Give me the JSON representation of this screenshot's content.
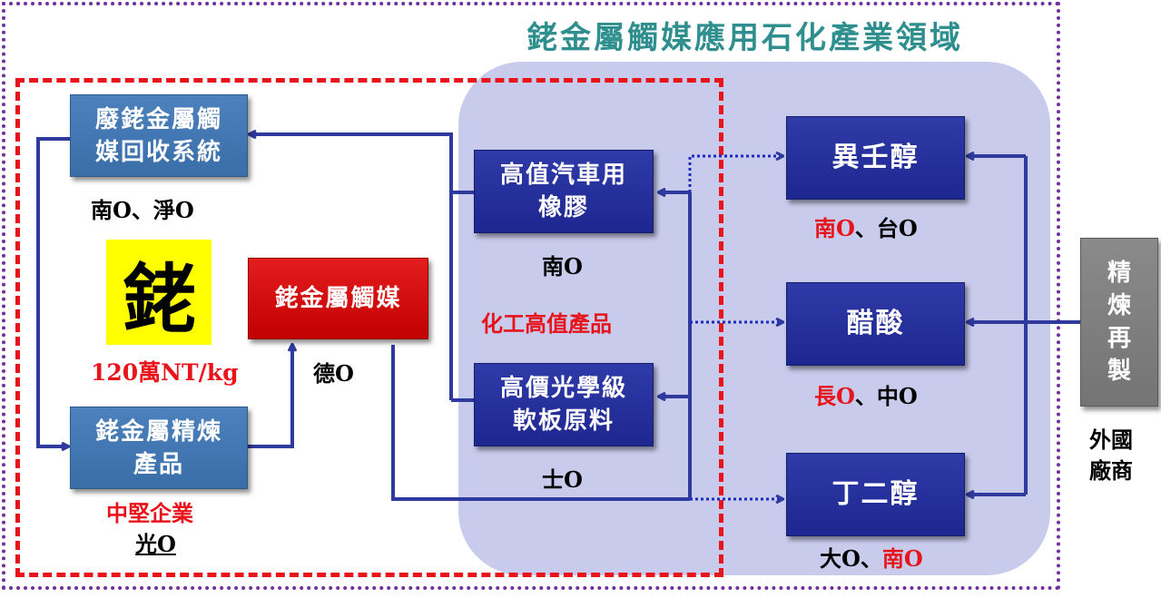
{
  "title": "銠金屬觸媒應用石化產業領域",
  "element": {
    "glyph": "銠",
    "price": "120萬NT/kg"
  },
  "recycle": {
    "label": "廢銠金屬觸媒回收系統",
    "line1": "廢銠金屬觸",
    "line2": "媒回收系統",
    "companies": "南O、淨O"
  },
  "refined": {
    "line1": "銠金屬精煉",
    "line2": "產品",
    "type": "中堅企業",
    "company": "光O"
  },
  "catalyst": {
    "label": "銠金屬觸媒",
    "company": "德O"
  },
  "rubber": {
    "line1": "高值汽車用",
    "line2": "橡膠",
    "company": "南O"
  },
  "chem_label": "化工高值產品",
  "optical": {
    "line1": "高價光學級",
    "line2": "軟板原料",
    "company": "士O"
  },
  "isononanol": {
    "label": "異壬醇",
    "company_red": "南O",
    "company_rest": "、台O"
  },
  "acetic": {
    "label": "醋酸",
    "company_red": "長O",
    "company_rest": "、中O"
  },
  "butanediol": {
    "label": "丁二醇",
    "company_rest": "大O、",
    "company_red": "南O"
  },
  "foreign": {
    "box": [
      "精",
      "煉",
      "再",
      "製"
    ],
    "caption_line1": "外國",
    "caption_line2": "廠商"
  },
  "colors": {
    "steel": "#4d81bd",
    "navy": "#1e2690",
    "red": "#c20000",
    "gray": "#7f7f7f",
    "arrow": "#2e3a9e",
    "panel": "#c9cbec",
    "border": "#7030a0",
    "dash": "#e8141c"
  }
}
